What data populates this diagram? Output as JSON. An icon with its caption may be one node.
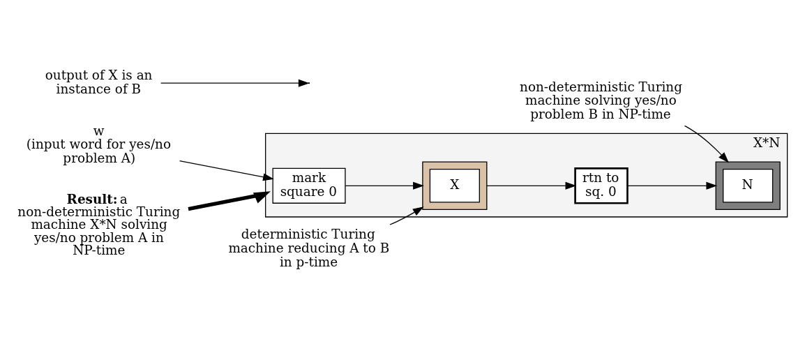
{
  "diagram": {
    "nodes": [
      {
        "text": [
          "X*N"
        ]
      },
      {
        "text": [
          "mark square 0"
        ],
        "in": 0
      },
      {
        "text": [],
        "shape": "box",
        "in": 0
      },
      {
        "text": [
          "X"
        ],
        "in": 2
      },
      {
        "text": [
          "rtn to sq. 0"
        ],
        "in": 0
      },
      {
        "text": [],
        "shape": "box",
        "in": 0
      },
      {
        "text": [
          "N"
        ],
        "in": 5
      },
      {
        "text": [
          "w",
          "(input word for yes/no problem A)"
        ]
      },
      {
        "text": [
          "**Result:** a non-deterministic Turing machine X*N solving yes/no problem A in NP-time"
        ]
      },
      {
        "text": [
          "deterministic Turing machine reducing A to B in p-time"
        ]
      },
      {
        "text": [
          "output of X is an instance of B"
        ]
      },
      {
        "text": [
          "non-deterministic Turing machine solving yes/no problem B in NP-time"
        ]
      }
    ],
    "edges": [
      {
        "from": 1,
        "to": 2,
        "arrow": "to"
      },
      {
        "from": 2,
        "to": 4,
        "arrow": "to"
      },
      {
        "from": 4,
        "to": 5,
        "arrow": "to"
      },
      {
        "from": 7,
        "to": 1,
        "arrow": "to"
      },
      {
        "from": 8,
        "to": 0,
        "arrow": "to",
        "style": "thick"
      },
      {
        "from": 9,
        "to": 2,
        "arrow": "to"
      },
      {
        "from": 10,
        "to": null,
        "arrow": "to"
      },
      {
        "from": 11,
        "to": 5,
        "arrow": "to"
      }
    ]
  }
}
